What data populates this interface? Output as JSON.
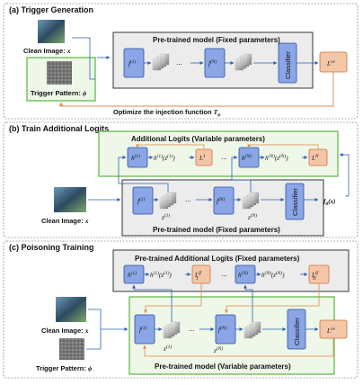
{
  "sections": {
    "a": {
      "title": "(a) Trigger Generation",
      "clean_image_label": "Clean Image: ",
      "clean_image_var": "x",
      "trigger_label": "Trigger Pattern: ",
      "trigger_var": "ϕ",
      "model_title": "Pre-trained model  (Fixed parameters)",
      "f1": "f",
      "f1_sup": "(1)",
      "fN": "f",
      "fN_sup": "(N)",
      "classifier": "Classifier",
      "loss": "L",
      "loss_sup": "ce",
      "optimize_text": "Optimize the injection function ",
      "optimize_var": "T",
      "optimize_sub": "ϕ"
    },
    "b": {
      "title": "(b) Train Additional Logits",
      "logits_title": "Additional Logits  (Variable parameters)",
      "h1": "h",
      "h1_sup": "(1)",
      "h1_out": "h",
      "h1_out_sup": "(1)",
      "h1_out_arg": "(z",
      "h1_out_arg_sup": "(1)",
      "h1_out_close": ")",
      "L1": "L",
      "L1_sup": "1",
      "hN": "h",
      "hN_sup": "(N)",
      "hN_out": "h",
      "hN_out_sup": "(N)",
      "hN_out_arg": "(z",
      "hN_out_arg_sup": "(N)",
      "hN_out_close": ")",
      "LN": "L",
      "LN_sup": "N",
      "f1": "f",
      "f1_sup": "(1)",
      "fN": "f",
      "fN_sup": "(N)",
      "z1": "z",
      "z1_sup": "(1)",
      "zN": "z",
      "zN_sup": "(N)",
      "classifier": "Classifier",
      "output": "f",
      "output_sub": "θ",
      "output_arg": "(x)",
      "model_title": "Pre-trained model  (Fixed parameters)",
      "clean_image_label": "Clean Image: ",
      "clean_image_var": "x"
    },
    "c": {
      "title": "(c) Poisoning Training",
      "logits_title": "Pre-trained Additional Logits (Fixed parameters)",
      "h1": "h",
      "h1_sup": "(1)",
      "h1_out": "h",
      "h1_out_sup": "(1)",
      "h1_out_arg": "(z",
      "h1_out_arg_sup": "(1)",
      "h1_out_close": ")",
      "L1": "L",
      "L1_sup": "lf",
      "L1_sub": "1",
      "hN": "h",
      "hN_sup": "(N)",
      "hN_out": "h",
      "hN_out_sup": "(N)",
      "hN_out_arg": "(z",
      "hN_out_arg_sup": "(N)",
      "hN_out_close": ")",
      "LN": "L",
      "LN_sup": "lf",
      "LN_sub": "N",
      "f1": "f",
      "f1_sup": "(1)",
      "fN": "f",
      "fN_sup": "(N)",
      "z1": "z",
      "z1_sup": "(1)",
      "zN": "z",
      "zN_sup": "(N)",
      "classifier": "Classifier",
      "loss": "L",
      "loss_sup": "ce",
      "model_title": "Pre-trained model  (Variable parameters)",
      "clean_image_label": "Clean Image: ",
      "clean_image_var": "x",
      "trigger_label": "Trigger Pattern: ",
      "trigger_var": "ϕ"
    },
    "dots": "..."
  },
  "colors": {
    "model_box": "#ececec",
    "green_border": "#6fbf5a",
    "blue_block": "#8aa6e6",
    "orange_block": "#f4c6a8",
    "orange_arrow": "#e08a4a",
    "blue_arrow": "#2f5fb0"
  }
}
